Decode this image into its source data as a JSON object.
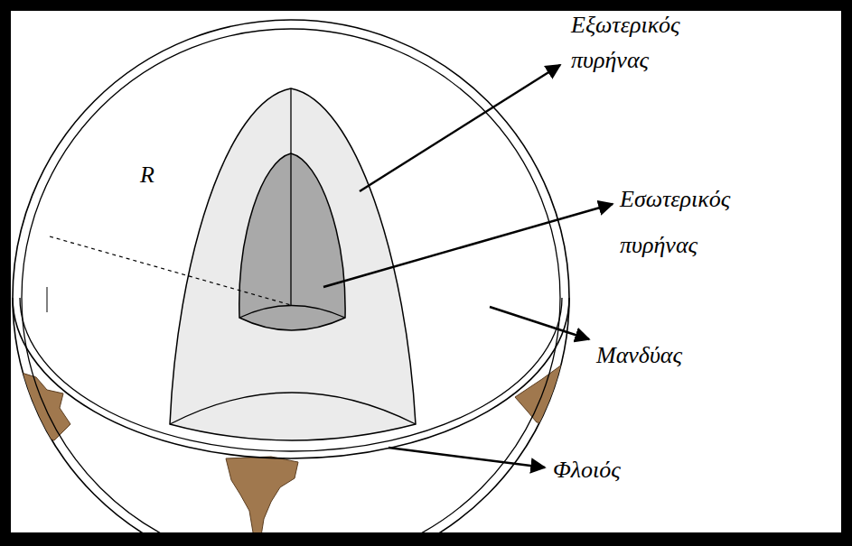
{
  "diagram": {
    "labels": [
      "R",
      "Εξωτερικός πυρήνας",
      "Εσωτερικός πυρήνας",
      "Μανδύας",
      "Φλοιός"
    ]
  }
}
